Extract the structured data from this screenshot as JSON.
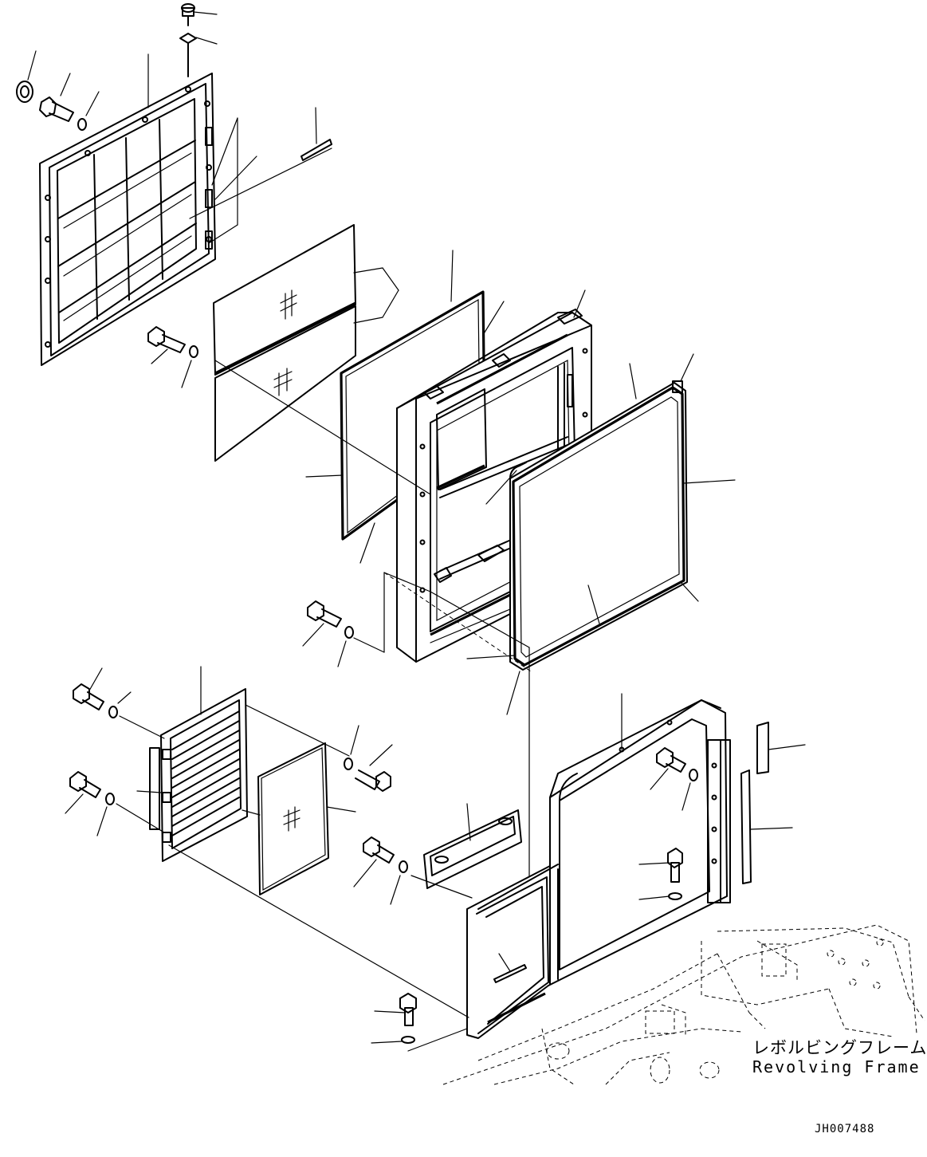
{
  "labels": {
    "frame_jp": "レボルビングフレーム",
    "frame_en": "Revolving Frame",
    "drawing_code": "JH007488"
  }
}
